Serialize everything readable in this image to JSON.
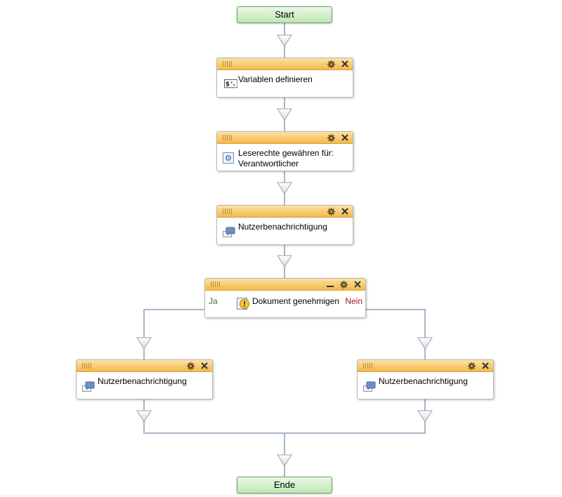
{
  "workflow": {
    "start": "Start",
    "end": "Ende",
    "activities": [
      {
        "title": "Variablen definieren",
        "icon": "variables-icon"
      },
      {
        "title_line1": "Leserechte gewähren für:",
        "title_line2": "Verantwortlicher",
        "icon": "permissions-icon"
      },
      {
        "title": "Nutzerbenachrichtigung",
        "icon": "notification-icon"
      }
    ],
    "condition": {
      "title": "Dokument genehmigen",
      "yes_label": "Ja",
      "no_label": "Nein",
      "icon": "approval-icon"
    },
    "branch_left": {
      "title": "Nutzerbenachrichtigung",
      "icon": "notification-icon"
    },
    "branch_right": {
      "title": "Nutzerbenachrichtigung",
      "icon": "notification-icon"
    }
  },
  "colors": {
    "header_top": "#ffe2a3",
    "header_bottom": "#f2b94a",
    "terminal_top": "#eaf8e6",
    "terminal_bottom": "#bfe6b4",
    "connector": "#a9b6c8",
    "yes": "#2c7a2c",
    "no": "#9a1b1b"
  }
}
